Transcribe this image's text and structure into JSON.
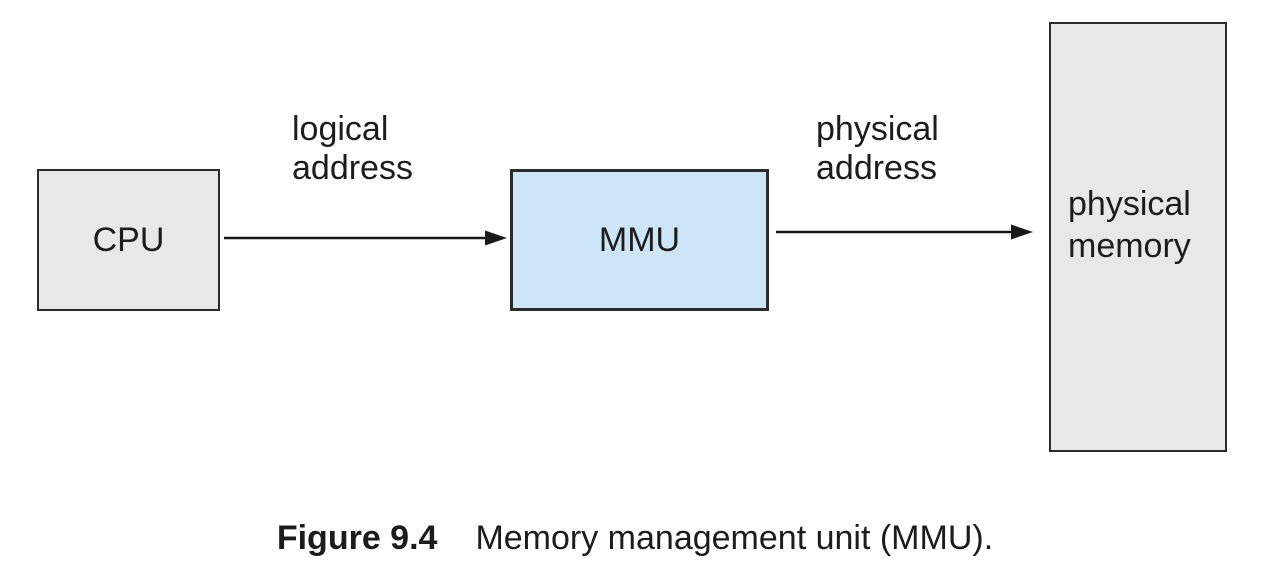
{
  "figure": {
    "nodes": {
      "cpu": {
        "label": "CPU"
      },
      "mmu": {
        "label": "MMU"
      },
      "physical_memory": {
        "label": "physical memory"
      }
    },
    "edge_labels": {
      "logical": {
        "line1": "logical",
        "line2": "address"
      },
      "physical": {
        "line1": "physical",
        "line2": "address"
      }
    },
    "caption": {
      "label": "Figure 9.4",
      "text": "Memory management unit (MMU)."
    },
    "colors": {
      "node_gray_fill": "#e8e8e8",
      "node_blue_fill": "#cde6f7",
      "node_border": "#2b2b2b",
      "text": "#1c1c1c",
      "arrow": "#1a1a1a",
      "background": "#ffffff"
    }
  }
}
